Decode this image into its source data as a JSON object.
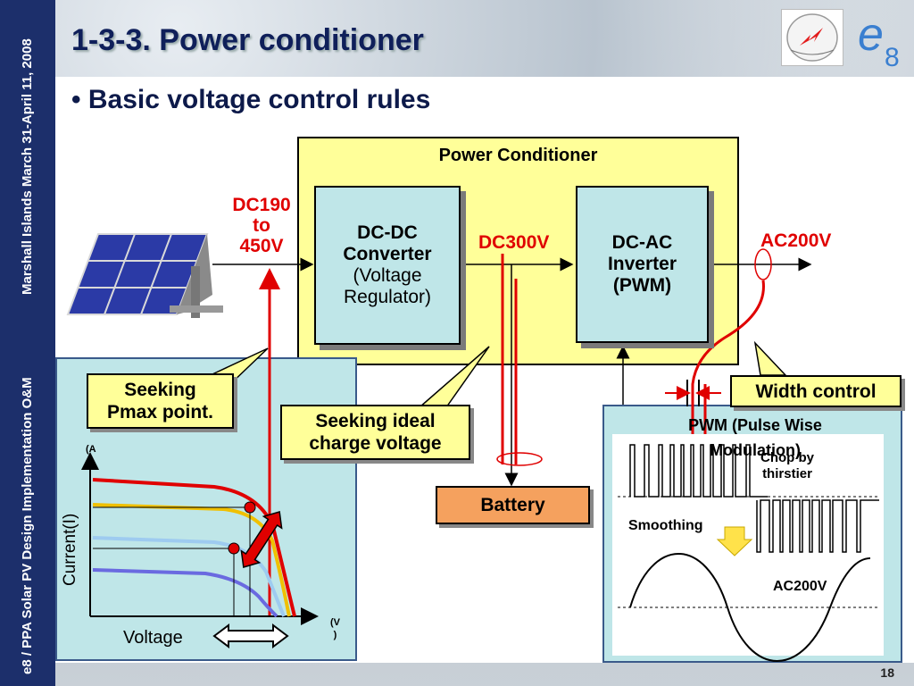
{
  "sidebar": {
    "top_text": "Marshall Islands March 31-April 11, 2008",
    "bottom_text": "e8 / PPA Solar PV Design Implementation O&M"
  },
  "title": "1-3-3. Power conditioner",
  "bullet": "• Basic voltage control rules",
  "page_number": "18",
  "diagram": {
    "power_conditioner_label": "Power Conditioner",
    "dcdc_block": [
      "DC-DC",
      "Converter",
      "(Voltage",
      "Regulator)"
    ],
    "dcac_block": [
      "DC-AC",
      "Inverter",
      "(PWM)"
    ],
    "input_voltage": [
      "DC190",
      "to",
      "450V"
    ],
    "dc_bus_voltage": "DC300V",
    "ac_output_voltage": "AC200V",
    "battery_label": "Battery",
    "callout_pmax": [
      "Seeking",
      "Pmax point."
    ],
    "callout_charge": [
      "Seeking ideal",
      "charge voltage"
    ],
    "callout_width": "Width control",
    "pwm_title": [
      "PWM (Pulse Wise",
      "Modulation)"
    ],
    "chop_label": [
      "Chop by",
      "thirstier"
    ],
    "smoothing_label": "Smoothing",
    "ac_wave_label": "AC200V",
    "iv_curve": {
      "y_axis_unit": "(A",
      "x_axis_unit": [
        "(V",
        ")"
      ],
      "y_label": "Current(I)",
      "x_label": "Voltage"
    }
  },
  "colors": {
    "sidebar": "#1c2f6b",
    "title": "#0f1f5a",
    "red_signal": "#e00000",
    "panel_yellow": "#ffff99",
    "block_blue": "#bfe6e8",
    "battery_orange": "#f5a15e"
  }
}
